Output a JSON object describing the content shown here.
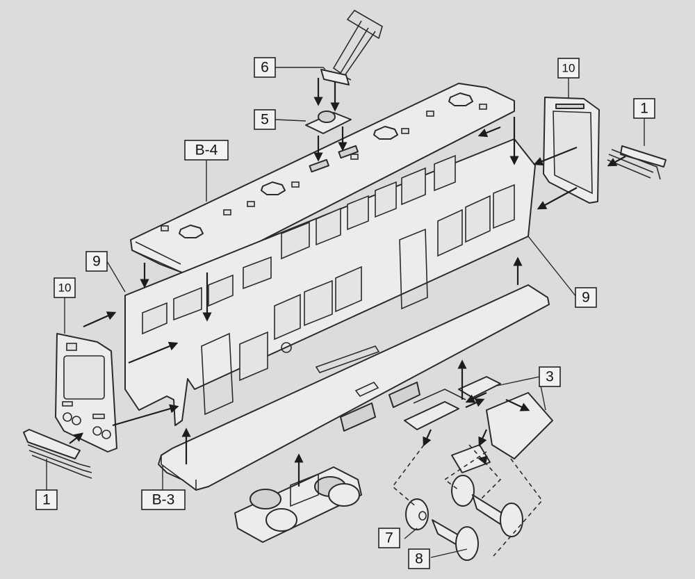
{
  "labels": {
    "pantograph": "6",
    "pantograph_base": "5",
    "roof": "B-4",
    "end_right": "10",
    "coupler_right": "1",
    "side_left": "9",
    "side_right": "9",
    "end_left": "10",
    "coupler_left": "1",
    "floor": "B-3",
    "bogie": "3",
    "wheel": "7",
    "axle": "8"
  },
  "colors": {
    "paper": "#dcdcda",
    "ink": "#2a2a2a"
  }
}
